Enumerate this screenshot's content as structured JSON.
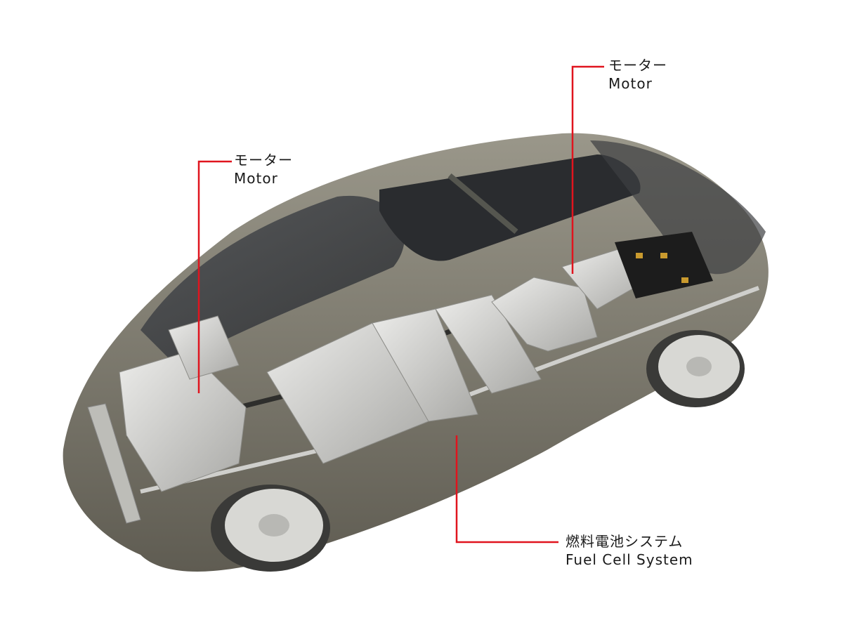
{
  "colors": {
    "leader": "#e0141e",
    "body": "#7d7a6e",
    "component": "#d4d4d2"
  },
  "labels": {
    "front_motor": {
      "ja": "モーター",
      "en": "Motor"
    },
    "rear_motor": {
      "ja": "モーター",
      "en": "Motor"
    },
    "fuel_cell": {
      "ja": "燃料電池システム",
      "en": "Fuel Cell System"
    }
  }
}
